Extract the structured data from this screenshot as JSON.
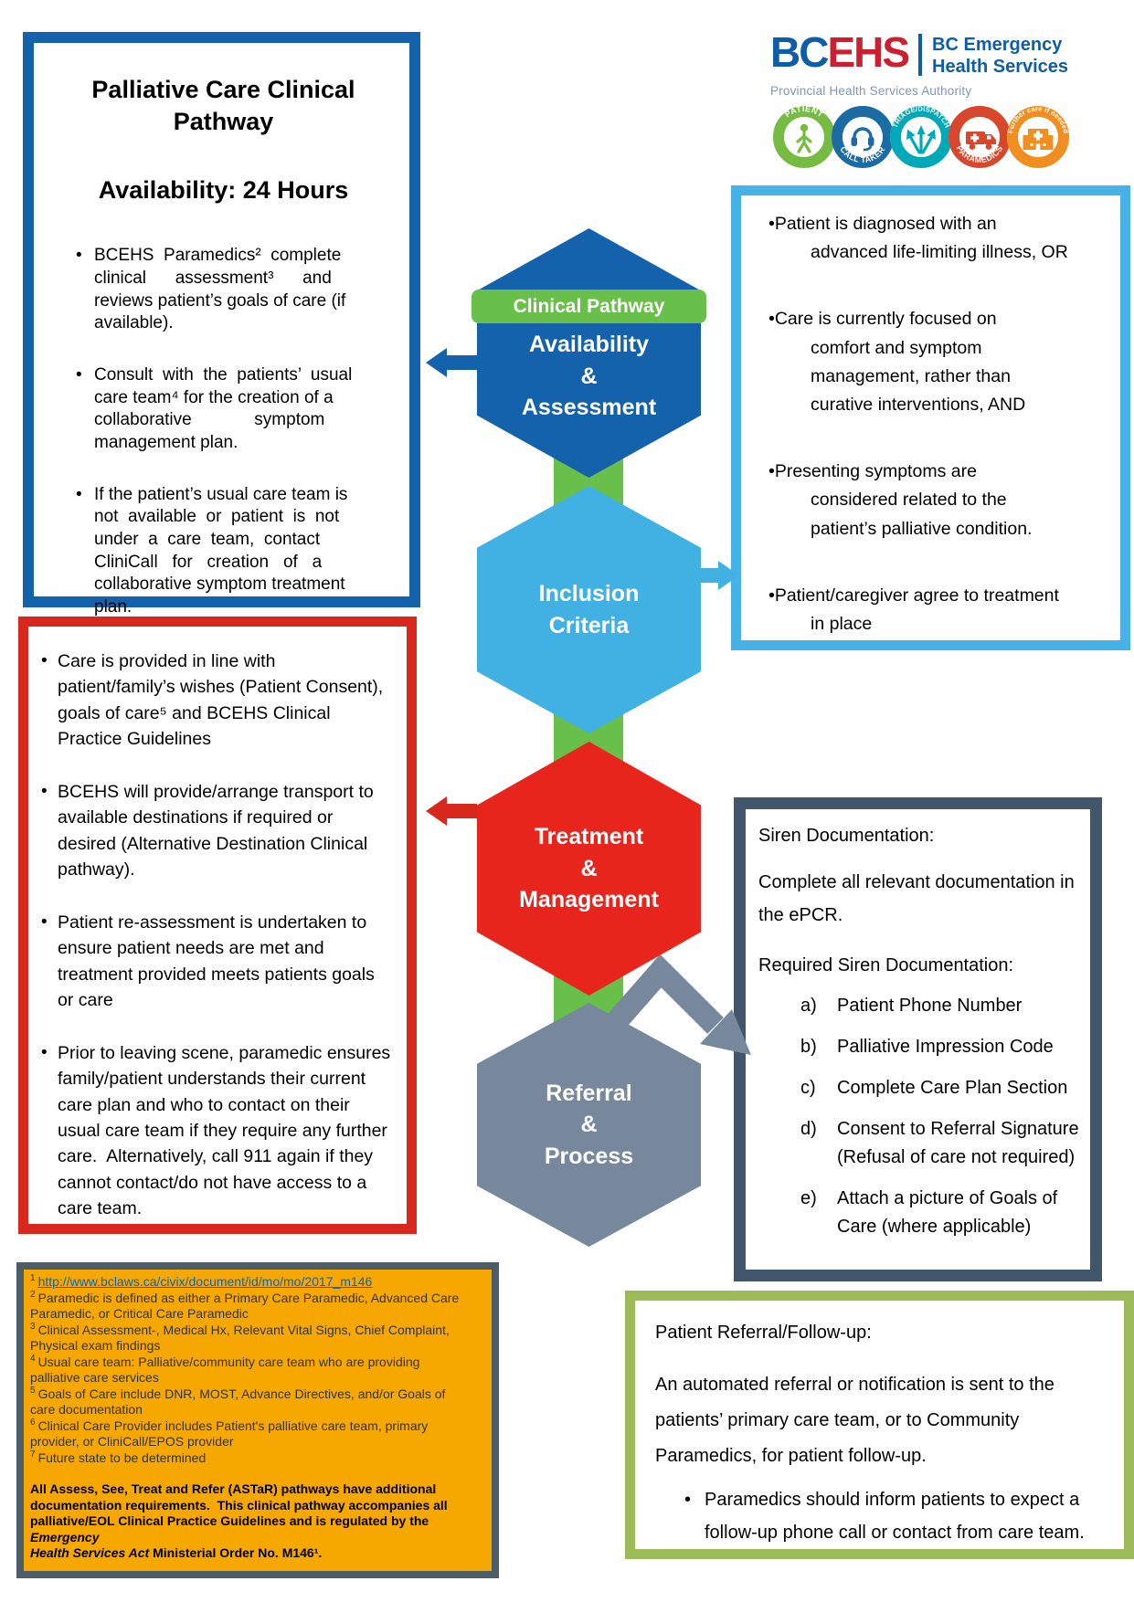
{
  "colors": {
    "primary_blue": "#1562ac",
    "light_blue": "#41b1e4",
    "green": "#68bf49",
    "red": "#d8281e",
    "gray": "#78889c",
    "slate_border": "#42566b",
    "olive_border": "#9bbb59",
    "amber_fill": "#f7a800",
    "link_blue": "#0563c1"
  },
  "logo": {
    "wordmark_bc": "BC",
    "wordmark_ehs": "EHS",
    "tagline_line1": "BC Emergency",
    "tagline_line2": "Health Services",
    "authority": "Provincial Health Services Authority",
    "badges": [
      {
        "label": "PATIENT",
        "icon": "patient-icon",
        "color": "#76bc43"
      },
      {
        "label": "CALL TAKER",
        "icon": "headset-icon",
        "color": "#1b6ba5"
      },
      {
        "label": "TRIAGE/DISPATCH",
        "icon": "dispatch-arrows-icon",
        "color": "#00a9b7"
      },
      {
        "label": "PARAMEDICS",
        "icon": "ambulance-icon",
        "color": "#d8472b"
      },
      {
        "label": "Further care if needed",
        "icon": "hospital-icon",
        "color": "#f08f1f"
      }
    ]
  },
  "availability_box": {
    "title": "Palliative Care Clinical Pathway",
    "subtitle": "Availability: 24 Hours",
    "bullets": [
      "BCEHS  Paramedics²  complete\nclinical      assessment³      and\nreviews patient’s goals of care (if\navailable).",
      "Consult  with  the  patients’  usual\ncare team⁴ for the creation of a\ncollaborative             symptom\nmanagement plan.",
      "If the patient’s usual care team is\nnot  available  or  patient  is  not\nunder  a  care  team,  contact\nCliniCall   for   creation   of   a\ncollaborative symptom treatment\nplan."
    ]
  },
  "pathway": {
    "banner": "Clinical Pathway",
    "steps": [
      {
        "label": "Availability\n&\nAssessment"
      },
      {
        "label": "Inclusion\nCriteria"
      },
      {
        "label": "Treatment\n&\nManagement"
      },
      {
        "label": "Referral\n&\nProcess"
      }
    ]
  },
  "inclusion_box": {
    "bullets": [
      "Patient is diagnosed with an\nadvanced life-limiting illness, OR",
      "Care is currently focused on\ncomfort and symptom\nmanagement, rather than\ncurative interventions, AND",
      "Presenting symptoms are\nconsidered related to the\npatient’s palliative condition.",
      "Patient/caregiver agree to treatment\nin place"
    ]
  },
  "treatment_box": {
    "bullets": [
      "Care is provided in line with\npatient/family’s wishes (Patient Consent),\ngoals of care⁵ and BCEHS Clinical\nPractice Guidelines",
      "BCEHS will provide/arrange transport to\navailable destinations if required or\ndesired (Alternative Destination Clinical\npathway).",
      "Patient re-assessment is undertaken to\nensure patient needs are met and\ntreatment provided meets patients goals\nor care",
      "Prior to leaving scene, paramedic ensures\nfamily/patient understands their current\ncare plan and who to contact on their\nusual care team if they require any further\ncare.  Alternatively, call 911 again if they\ncannot contact/do not have access to a\ncare team."
    ]
  },
  "siren_box": {
    "heading": "Siren Documentation:",
    "intro": "Complete all relevant documentation in\nthe ePCR.",
    "required_heading": "Required Siren Documentation:",
    "items": [
      {
        "label": "a)",
        "text": "Patient Phone Number"
      },
      {
        "label": "b)",
        "text": "Palliative Impression Code"
      },
      {
        "label": "c)",
        "text": "Complete Care Plan Section"
      },
      {
        "label": "d)",
        "text": "Consent to Referral Signature\n(Refusal of care not required)"
      },
      {
        "label": "e)",
        "text": "Attach a picture of Goals of\nCare (where applicable)"
      }
    ]
  },
  "referral_box": {
    "heading": "Patient Referral/Follow-up:",
    "body": "An automated referral or notification is sent to the\npatients’ primary care team, or to Community\nParamedics, for patient follow-up.",
    "bullet": "Paramedics should inform patients to expect a\nfollow-up phone call or contact from care team."
  },
  "footnotes_box": {
    "notes": [
      {
        "marker": "1",
        "text": "http://www.bclaws.ca/civix/document/id/mo/mo/2017_m146"
      },
      {
        "marker": "2",
        "text": "Paramedic is defined as either a Primary Care Paramedic, Advanced Care\nParamedic, or Critical Care Paramedic"
      },
      {
        "marker": "3",
        "text": "Clinical Assessment-, Medical Hx, Relevant Vital Signs, Chief Complaint,\nPhysical exam findings"
      },
      {
        "marker": "4",
        "text": "Usual care team: Palliative/community care team who are providing\npalliative care services"
      },
      {
        "marker": "5",
        "text": "Goals of Care include DNR, MOST, Advance Directives, and/or Goals of\ncare documentation"
      },
      {
        "marker": "6",
        "text": "Clinical Care Provider includes Patient's palliative care team, primary\nprovider, or CliniCall/EPOS provider"
      },
      {
        "marker": "7",
        "text": "Future state to be determined"
      }
    ],
    "emphasis_prefix": "All Assess, See, Treat and Refer (ASTaR) pathways have additional\ndocumentation requirements.  This clinical pathway accompanies all\npalliative/EOL Clinical Practice Guidelines and is regulated by the ",
    "emphasis_italic": "Emergency\nHealth Services Act",
    "emphasis_suffix": " Ministerial Order No. M146¹."
  }
}
